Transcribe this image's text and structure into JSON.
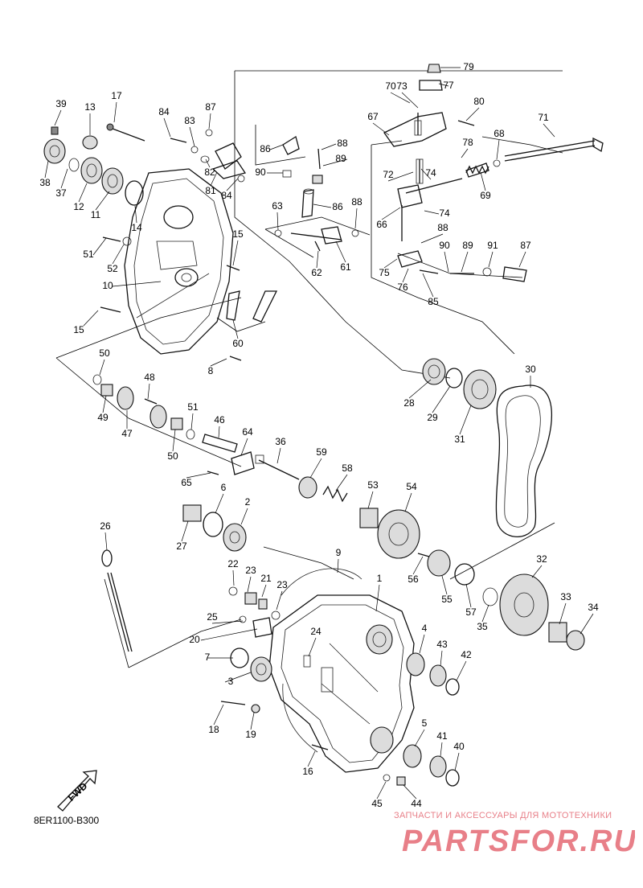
{
  "diagram": {
    "catalog_code": "8ER1100-B300",
    "fwd_arrow_label": "FWD",
    "part_numbers": [
      "1",
      "2",
      "3",
      "4",
      "5",
      "6",
      "7",
      "8",
      "9",
      "10",
      "11",
      "12",
      "13",
      "14",
      "15",
      "15",
      "16",
      "17",
      "18",
      "19",
      "20",
      "21",
      "22",
      "23",
      "23",
      "24",
      "25",
      "26",
      "27",
      "28",
      "29",
      "30",
      "31",
      "32",
      "33",
      "34",
      "35",
      "36",
      "37",
      "38",
      "39",
      "40",
      "41",
      "42",
      "43",
      "44",
      "45",
      "46",
      "47",
      "48",
      "49",
      "50",
      "50",
      "51",
      "51",
      "52",
      "53",
      "54",
      "55",
      "56",
      "57",
      "58",
      "59",
      "60",
      "61",
      "62",
      "63",
      "64",
      "65",
      "66",
      "67",
      "68",
      "69",
      "70",
      "71",
      "72",
      "73",
      "74",
      "74",
      "75",
      "76",
      "77",
      "78",
      "79",
      "80",
      "81",
      "82",
      "83",
      "84",
      "84",
      "85",
      "86",
      "86",
      "87",
      "87",
      "88",
      "88",
      "88",
      "89",
      "89",
      "90",
      "90",
      "91",
      "91"
    ]
  },
  "watermark": {
    "caption": "ЗАПЧАСТИ И АКСЕССУАРЫ ДЛЯ МОТОТЕХНИКИ",
    "logo_text": "PARTSFOR.RU",
    "color": "#e87f88"
  }
}
